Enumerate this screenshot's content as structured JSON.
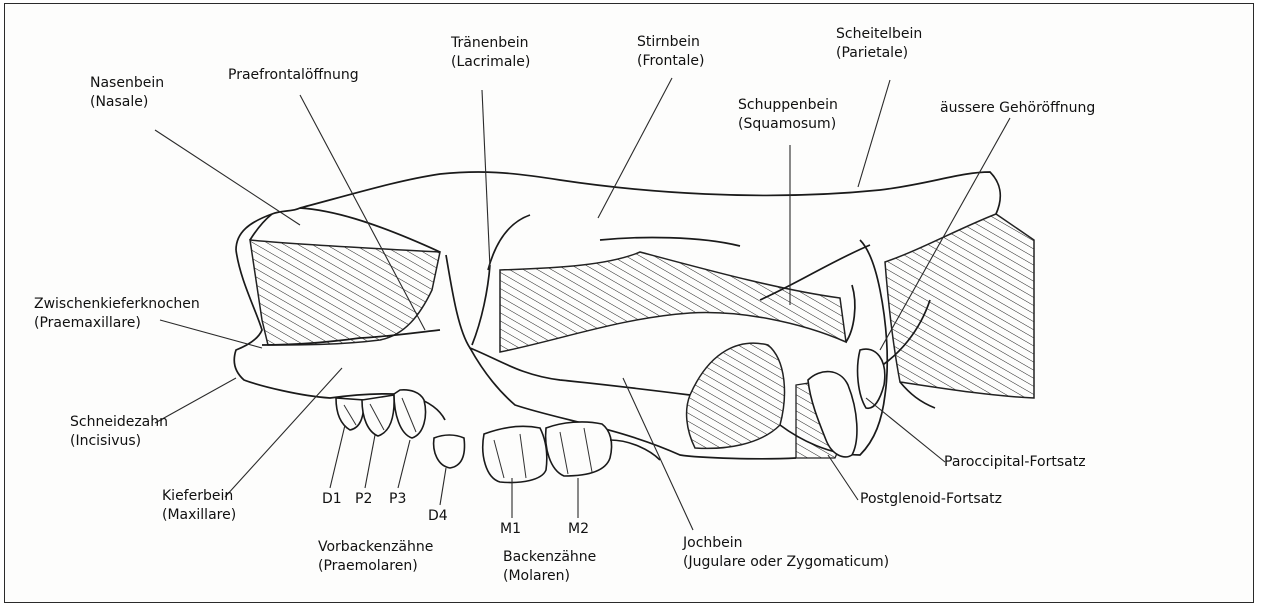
{
  "labels": {
    "nasenbein": [
      "Nasenbein",
      "(Nasale)"
    ],
    "praefrontal": [
      "Praefrontalöffnung"
    ],
    "traenenbein": [
      "Tränenbein",
      "(Lacrimale)"
    ],
    "stirnbein": [
      "Stirnbein",
      "(Frontale)"
    ],
    "scheitelbein": [
      "Scheitelbein",
      "(Parietale)"
    ],
    "schuppenbein": [
      "Schuppenbein",
      "(Squamosum)"
    ],
    "gehoer": [
      "äussere Gehöröffnung"
    ],
    "zwischenkiefer": [
      "Zwischenkieferknochen",
      "(Praemaxillare)"
    ],
    "schneidezahn": [
      "Schneidezahn",
      "(Incisivus)"
    ],
    "kieferbein": [
      "Kieferbein",
      "(Maxillare)"
    ],
    "d1": "D1",
    "p2": "P2",
    "p3": "P3",
    "d4": "D4",
    "m1": "M1",
    "m2": "M2",
    "vorbacken": [
      "Vorbackenzähne",
      "(Praemolaren)"
    ],
    "backen": [
      "Backenzähne",
      "(Molaren)"
    ],
    "jochbein": [
      "Jochbein",
      "(Jugulare oder Zygomaticum)"
    ],
    "paroccipital": [
      "Paroccipital-Fortsatz"
    ],
    "postglenoid": [
      "Postglenoid-Fortsatz"
    ]
  }
}
